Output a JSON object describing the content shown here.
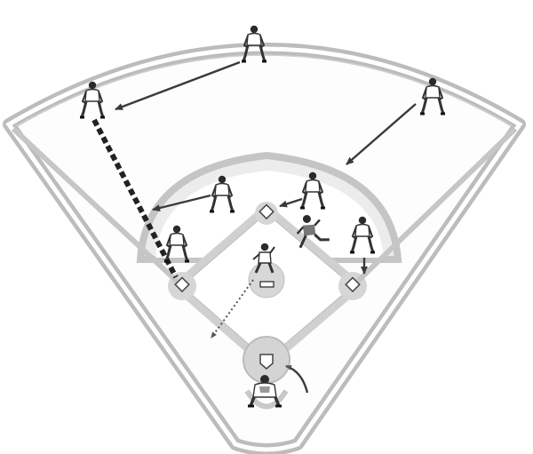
{
  "diagram": {
    "colors": {
      "field_line": "#b9b9b9",
      "infield_dirt": "#d6d6d6",
      "arrow": "#3a3a3a",
      "throw_path": "#222222",
      "player": "#333333"
    },
    "elements": {
      "players": [
        "center-fielder",
        "left-fielder",
        "right-fielder",
        "shortstop",
        "second-baseman",
        "runner",
        "third-baseman",
        "first-baseman",
        "pitcher",
        "catcher"
      ],
      "bases": [
        "second-base",
        "third-base",
        "first-base",
        "home-plate",
        "pitchers-rubber"
      ],
      "movement_paths": [
        "center-fielder-to-left",
        "right-fielder-in",
        "shortstop-to-third",
        "second-baseman-to-second",
        "first-baseman-to-first",
        "left-fielder-throw",
        "pitcher-to-home",
        "catcher-backup"
      ]
    }
  }
}
